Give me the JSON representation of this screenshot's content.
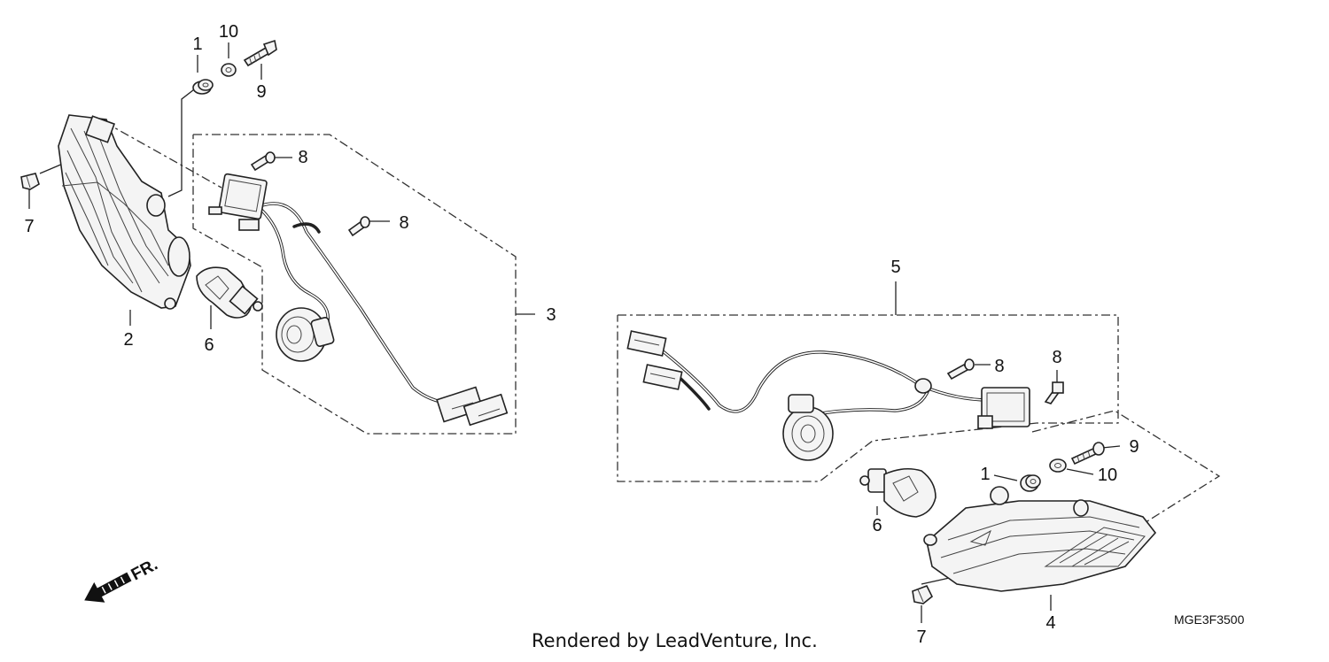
{
  "callouts": {
    "c1a": "1",
    "c10a": "10",
    "c9a": "9",
    "c8a": "8",
    "c8b": "8",
    "c7a": "7",
    "c2": "2",
    "c6a": "6",
    "c3": "3",
    "c5": "5",
    "c8c": "8",
    "c8d": "8",
    "c9b": "9",
    "c1b": "1",
    "c10b": "10",
    "c6b": "6",
    "c7b": "7",
    "c4": "4"
  },
  "front_label": "FR.",
  "diagram_code": "MGE3F3500",
  "credit": "Rendered by LeadVenture, Inc."
}
